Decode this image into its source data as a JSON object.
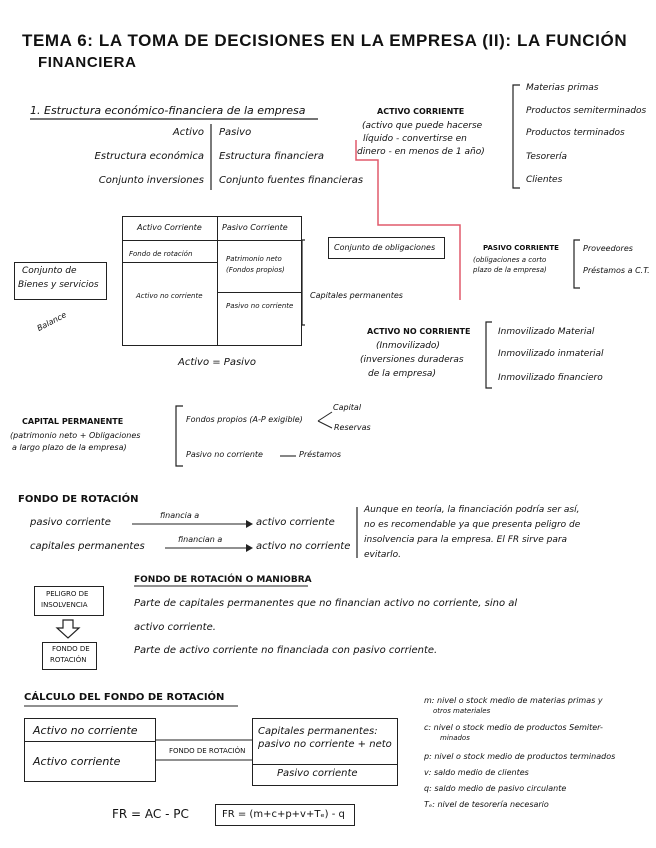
{
  "title": {
    "line1": "TEMA 6: LA TOMA DE DECISIONES EN LA EMPRESA (II): LA FUNCIÓN",
    "line2": "FINANCIERA"
  },
  "section1": {
    "heading": "1. Estructura económico-financiera de la empresa",
    "rows": [
      {
        "left": "Activo",
        "right": "Pasivo"
      },
      {
        "left": "Estructura económica",
        "right": "Estructura financiera"
      },
      {
        "left": "Conjunto inversiones",
        "right": "Conjunto fuentes financieras"
      }
    ]
  },
  "activo_corriente": {
    "title": "ACTIVO CORRIENTE",
    "desc": [
      "(activo que puede hacerse",
      "líquido - convertirse en",
      "dinero - en menos de 1 año)"
    ],
    "items": [
      "Materias primas",
      "Productos semiterminados",
      "Productos terminados",
      "Tesorería",
      "Clientes"
    ]
  },
  "balance": {
    "cells": {
      "activo_corriente": "Activo Corriente",
      "pasivo_corriente": "Pasivo Corriente",
      "fondo_rotacion": "Fondo de rotación",
      "patrimonio": [
        "Patrimonio neto",
        "(Fondos propios)"
      ],
      "activo_no_corriente": "Activo no corriente",
      "pasivo_no_corriente": "Pasivo no corriente"
    },
    "conjunto_bienes": [
      "Conjunto de",
      "Bienes y servicios"
    ],
    "label": "Balance",
    "conjunto_obligaciones": "Conjunto de obligaciones",
    "capitales_permanentes": "Capitales permanentes",
    "equation": "Activo = Pasivo"
  },
  "pasivo_corriente": {
    "title": "PASIVO CORRIENTE",
    "desc": [
      "(obligaciones a corto",
      "plazo de la empresa)"
    ],
    "items": [
      "Proveedores",
      "Préstamos a C.T."
    ]
  },
  "activo_no_corriente": {
    "title": "ACTIVO NO CORRIENTE",
    "desc": [
      "(Inmovilizado)",
      "(inversiones duraderas",
      "de la empresa)"
    ],
    "items": [
      "Inmovilizado Material",
      "Inmovilizado inmaterial",
      "Inmovilizado financiero"
    ]
  },
  "capital_permanente": {
    "title": "CAPITAL PERMANENTE",
    "desc": [
      "(patrimonio neto + Obligaciones",
      "a largo plazo de la empresa)"
    ],
    "fondos_propios": "Fondos propios (A-P exigible)",
    "capital": "Capital",
    "reservas": "Reservas",
    "pasivo_nc": "Pasivo no corriente",
    "prestamos": "Préstamos"
  },
  "fondo_rotacion": {
    "heading": "FONDO DE ROTACIÓN",
    "row1": {
      "from": "pasivo corriente",
      "verb": "financia a",
      "to": "activo corriente"
    },
    "row2": {
      "from": "capitales permanentes",
      "verb": "financian a",
      "to": "activo no corriente"
    },
    "note": [
      "Aunque en teoría, la financiación podría ser así,",
      "no es recomendable ya que presenta peligro de",
      "insolvencia para la empresa. El FR sirve para",
      "evitarlo."
    ]
  },
  "maniobra": {
    "peligro": [
      "PELIGRO DE",
      "INSOLVENCIA"
    ],
    "fondo": [
      "FONDO DE",
      "ROTACIÓN"
    ],
    "heading": "FONDO DE ROTACIÓN O MANIOBRA",
    "def1a": "Parte de capitales permanentes que no financian activo no corriente, sino al",
    "def1b": "activo corriente.",
    "def2": "Parte de activo corriente no financiada con pasivo corriente."
  },
  "calculo": {
    "heading": "CÁLCULO DEL FONDO DE ROTACIÓN",
    "left_top": "Activo no corriente",
    "left_bottom": "Activo corriente",
    "middle": "FONDO DE ROTACIÓN",
    "right_top": [
      "Capitales permanentes:",
      "pasivo no corriente + neto"
    ],
    "right_bottom": "Pasivo corriente",
    "formula1": "FR = AC - PC",
    "formula2": "FR = (m+c+p+v+Tₑ) - q",
    "legend": [
      [
        "m: nivel o stock medio de materias primas y",
        "otros materiales"
      ],
      [
        "c: nivel o stock medio de productos Semiter-",
        "minados"
      ],
      [
        "p: nivel o stock medio de productos terminados"
      ],
      [
        "v: saldo medio de clientes"
      ],
      [
        "q: saldo medio de pasivo circulante"
      ],
      [
        "Tₑ: nivel de tesorería necesario"
      ]
    ]
  }
}
